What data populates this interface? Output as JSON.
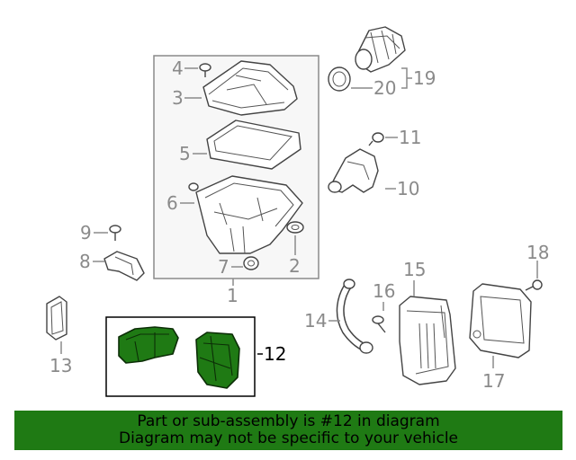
{
  "labels": {
    "p1": "1",
    "p2": "2",
    "p3": "3",
    "p4": "4",
    "p5": "5",
    "p6": "6",
    "p7": "7",
    "p8": "8",
    "p9": "9",
    "p10": "10",
    "p11": "11",
    "p12": "12",
    "p13": "13",
    "p14": "14",
    "p15": "15",
    "p16": "16",
    "p17": "17",
    "p18": "18",
    "p19": "19",
    "p20": "20"
  },
  "banner": {
    "line1": "Part or sub-assembly is #12 in diagram",
    "line2": "Diagram may not be specific to your vehicle"
  },
  "colors": {
    "highlight": "#1f7a14",
    "label_gray": "#8a8a8a",
    "label_highlight": "#000000"
  }
}
